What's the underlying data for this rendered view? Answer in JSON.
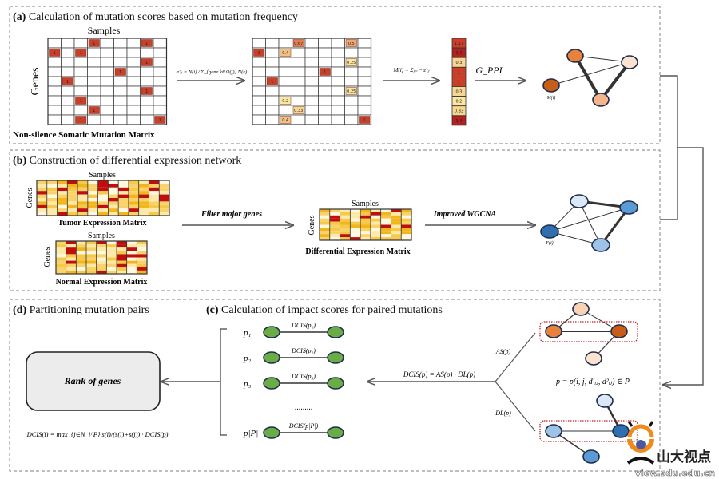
{
  "section_a": {
    "title_tag": "(a)",
    "title": "Calculation of mutation scores based on mutation frequency",
    "samples_label": "Samples",
    "genes_label": "Genes",
    "matrix_caption": "Non-silence Somatic Mutation Matrix",
    "mutation_matrix": [
      [
        "",
        "",
        "",
        "1",
        "",
        "",
        "",
        "1",
        ""
      ],
      [
        "1",
        "",
        "1",
        "",
        "",
        "",
        "",
        "",
        ""
      ],
      [
        "",
        "",
        "",
        "",
        "",
        "",
        "",
        "1",
        ""
      ],
      [
        "",
        "",
        "",
        "",
        "",
        "1",
        "",
        "",
        ""
      ],
      [
        "",
        "1",
        "",
        "",
        "",
        "",
        "",
        "",
        ""
      ],
      [
        "",
        "",
        "",
        "",
        "",
        "",
        "",
        "1",
        ""
      ],
      [
        "",
        "",
        "1",
        "",
        "",
        "",
        "",
        "",
        ""
      ],
      [
        "",
        "",
        "",
        "1",
        "",
        "",
        "",
        "",
        ""
      ],
      [
        "",
        "",
        "1",
        "",
        "",
        "",
        "",
        "",
        "1"
      ]
    ],
    "weighted_matrix": [
      [
        "",
        "",
        "",
        "0.67",
        "",
        "",
        "",
        "0.5",
        ""
      ],
      [
        "1",
        "",
        "0.4",
        "",
        "",
        "",
        "",
        "",
        ""
      ],
      [
        "",
        "",
        "",
        "",
        "",
        "",
        "",
        "0.25",
        ""
      ],
      [
        "",
        "",
        "",
        "",
        "",
        "1",
        "",
        "",
        ""
      ],
      [
        "",
        "1",
        "",
        "",
        "",
        "",
        "",
        "",
        ""
      ],
      [
        "",
        "",
        "",
        "",
        "",
        "",
        "",
        "0.25",
        ""
      ],
      [
        "",
        "",
        "0.2",
        "",
        "",
        "",
        "",
        "",
        ""
      ],
      [
        "",
        "",
        "",
        "0.33",
        "",
        "",
        "",
        "",
        ""
      ],
      [
        "",
        "",
        "0.4",
        "",
        "",
        "",
        "",
        "",
        "1"
      ]
    ],
    "score_vector": [
      "1.17",
      "1.4",
      "0.3",
      "1",
      "1",
      "0.3",
      "0.2",
      "0.33",
      "1.4"
    ],
    "formula_weight": "α′ᵢⱼ = N(i) / Σ_{gene k∈Ω(j)} N(k)",
    "formula_score": "M(i) = Σⱼ₌₁ⁿ α′ᵢⱼ",
    "ppi_label": "G_PPI",
    "node_label": "M(i)"
  },
  "section_b": {
    "title_tag": "(b)",
    "title": "Construction of differential expression network",
    "samples_label": "Samples",
    "genes_label": "Genes",
    "tumor_caption": "Tumor Expression Matrix",
    "normal_caption": "Normal Expression Matrix",
    "filter_label": "Filter major genes",
    "diff_caption": "Differential Expression Matrix",
    "wgcna_label": "Improved WGCNA",
    "node_label": "F(i)"
  },
  "section_d": {
    "title_tag": "(d)",
    "title": "Partitioning mutation pairs",
    "rank_label": "Rank of genes",
    "formula": "DCIS(i) = max_{j∈N_i^P} s(i)/(s(i)+s(j)) · DCIS(p)"
  },
  "section_c": {
    "title_tag": "(c)",
    "title": "Calculation of impact scores for paired mutations",
    "pairs": [
      {
        "p": "p₁",
        "score": "DCIS(p₁)"
      },
      {
        "p": "p₂",
        "score": "DCIS(p₂)"
      },
      {
        "p": "p₃",
        "score": "DCIS(p₃)"
      },
      {
        "p": "p|P|",
        "score": "DCIS(p|P|)"
      }
    ],
    "ellipsis": ".........",
    "dcis_formula": "DCIS(p) = AS(p) · DL(p)",
    "as_label": "AS(p)",
    "dl_label": "DL(p)",
    "pair_formula": "p = p(i, j, d¹ᵢⱼ, d²ᵢⱼ) ∈ P"
  },
  "watermark": {
    "name": "山大视点",
    "url": "view.sdu.edu.cn"
  },
  "colors": {
    "mut_1": "#c9402a",
    "mut_067": "#e07c50",
    "mut_05": "#eea870",
    "mut_04": "#f2c080",
    "mut_033": "#f7d592",
    "mut_low": "#fbe7a0",
    "pair_node": "#6aac45",
    "orange": "#e8813b",
    "dark_orange": "#c85d17",
    "peach": "#f9d3b4",
    "blue_light": "#dbe9f6",
    "blue_mid": "#5b9bd5",
    "blue_dark": "#2e6fb0",
    "blue_pale": "#9dc3e6",
    "rank_box": "#ececec",
    "dotted_box": "#c0202a"
  }
}
